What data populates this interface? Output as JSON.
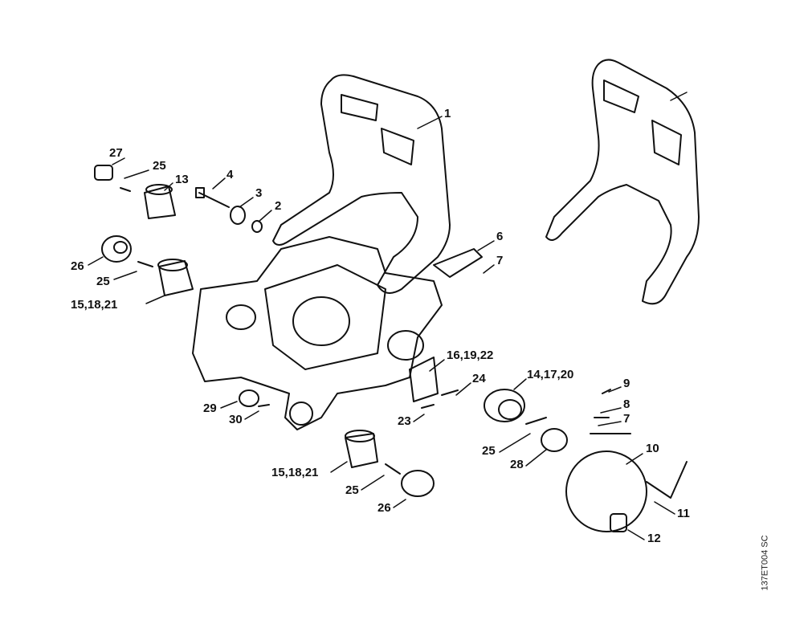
{
  "diagram": {
    "type": "exploded parts diagram",
    "callouts": [
      "1",
      "27",
      "25",
      "13",
      "4",
      "3",
      "2",
      "6",
      "7",
      "26",
      "25",
      "15,18,21",
      "16,19,22",
      "24",
      "14,17,20",
      "9",
      "8",
      "7",
      "29",
      "30",
      "23",
      "25",
      "10",
      "28",
      "15,18,21",
      "25",
      "26",
      "11",
      "12"
    ],
    "drawing_code": "137ET004 SC",
    "line_color": "#111111"
  }
}
